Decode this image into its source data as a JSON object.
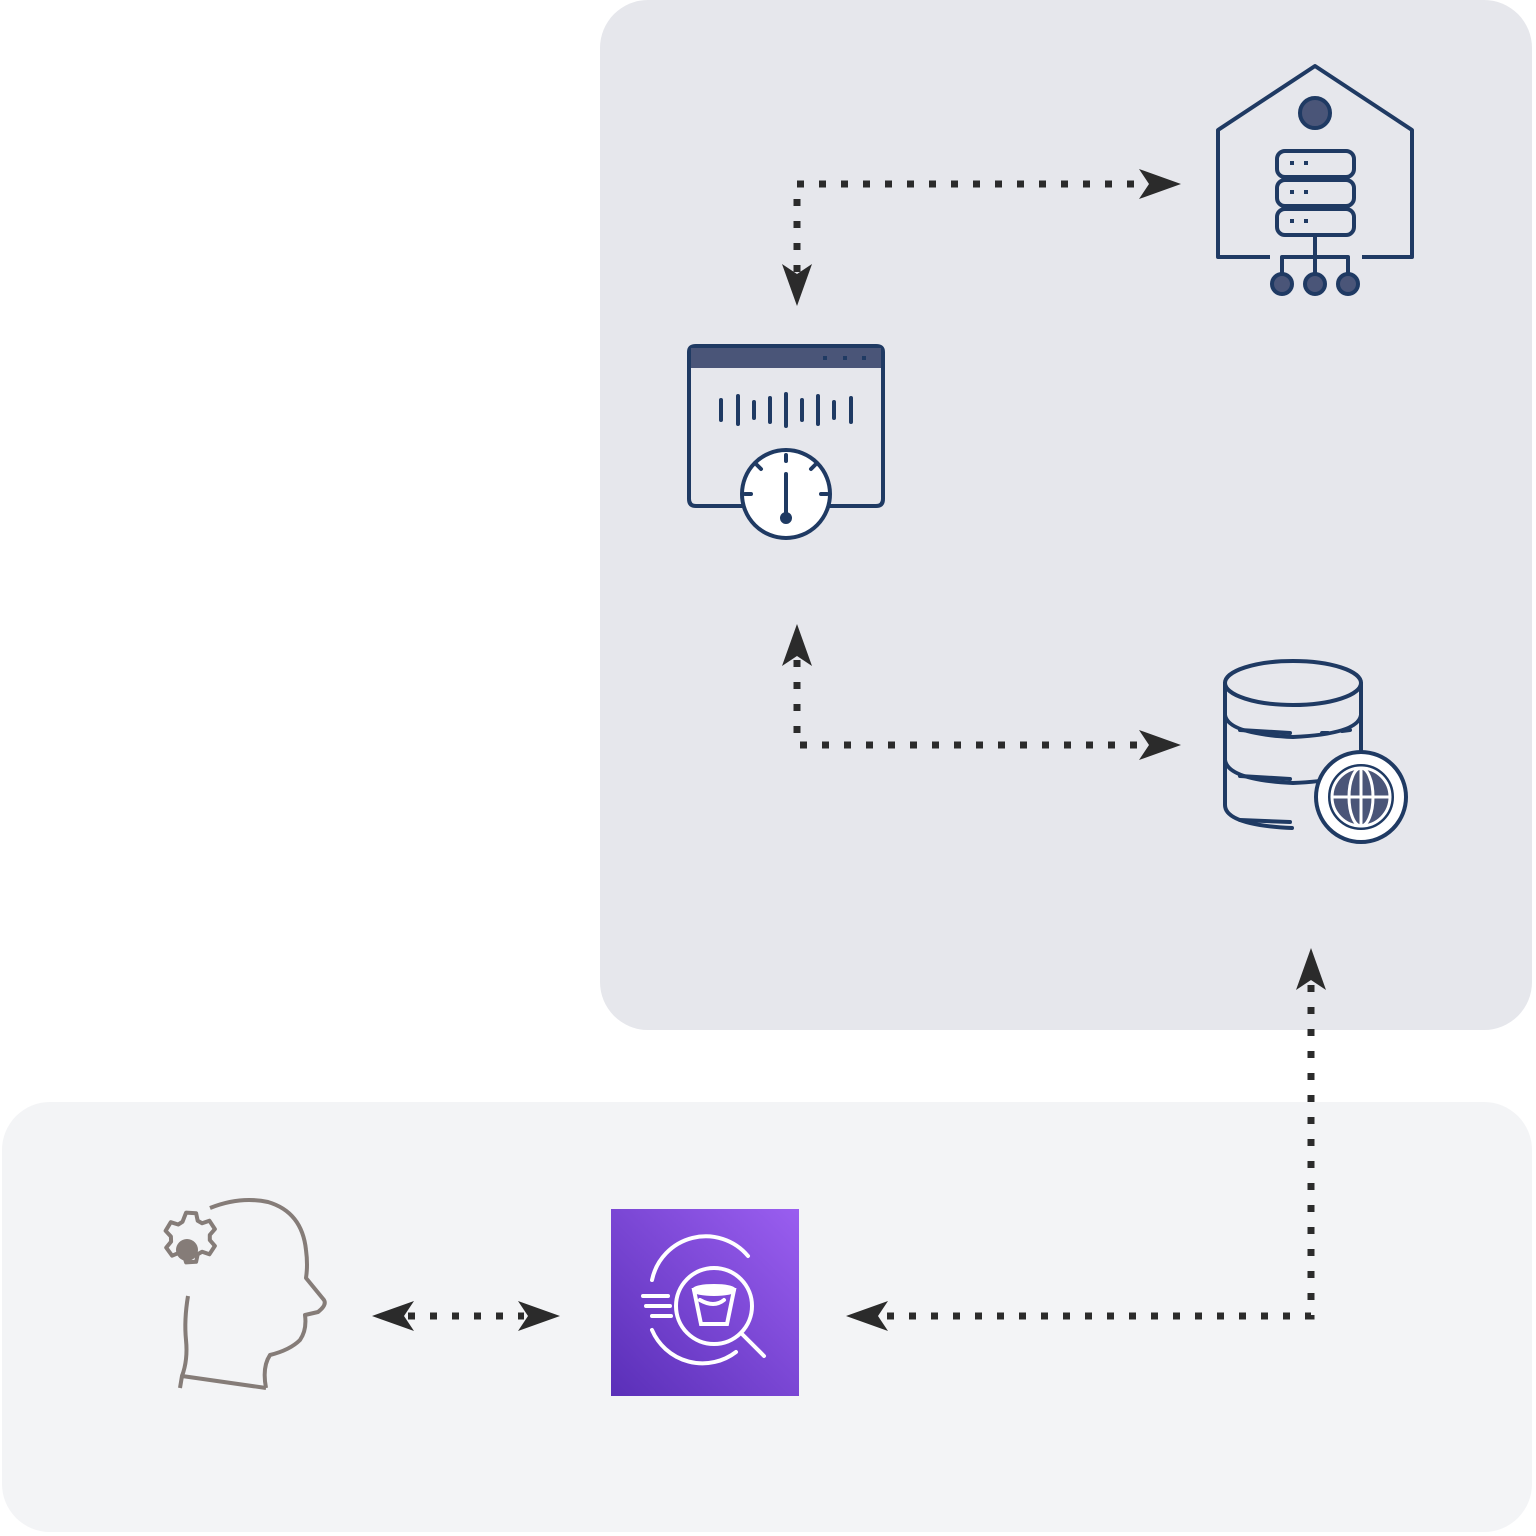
{
  "diagram": {
    "colors": {
      "icon_stroke": "#1f3a63",
      "icon_fill": "#4a5578",
      "connector": "#2b2b2b",
      "person_icon": "#857c78",
      "service_tile_top": "#9a5ef0",
      "service_tile_bottom": "#5a2fb8",
      "cloud_panel": "#e6e7ec",
      "local_panel": "#f3f4f6"
    },
    "nodes": [
      {
        "id": "data-center",
        "icon": "on-premises-server-building-icon"
      },
      {
        "id": "monitoring",
        "icon": "monitoring-dashboard-gauge-icon"
      },
      {
        "id": "database",
        "icon": "database-globe-icon"
      },
      {
        "id": "s3-select",
        "icon": "s3-select-service-icon"
      },
      {
        "id": "user",
        "icon": "person-with-gear-icon"
      }
    ],
    "connectors": [
      {
        "from": "monitoring",
        "to": "data-center",
        "style": "dotted",
        "arrows": "both"
      },
      {
        "from": "monitoring",
        "to": "database",
        "style": "dotted",
        "arrows": "both"
      },
      {
        "from": "s3-select",
        "to": "database",
        "style": "dotted",
        "arrows": "both"
      },
      {
        "from": "user",
        "to": "s3-select",
        "style": "dotted",
        "arrows": "both"
      }
    ]
  }
}
